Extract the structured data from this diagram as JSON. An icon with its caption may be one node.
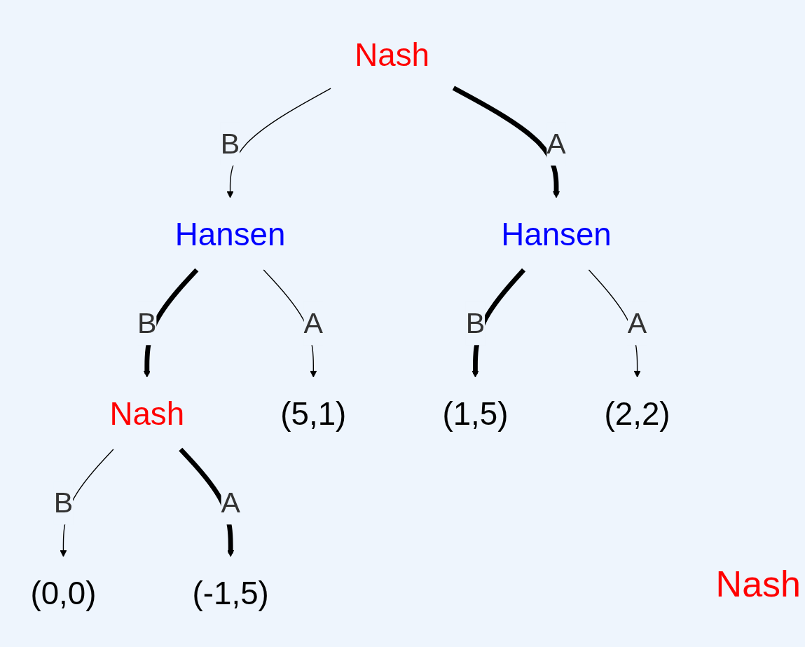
{
  "diagram": {
    "nodes": [
      {
        "text": [
          "Nash"
        ]
      },
      {
        "text": [
          "Hansen"
        ]
      },
      {
        "text": [
          "Hansen"
        ]
      },
      {
        "text": [
          "Nash"
        ]
      },
      {
        "text": [
          "(5,1)"
        ]
      },
      {
        "text": [
          "(1,5)"
        ]
      },
      {
        "text": [
          "(2,2)"
        ]
      },
      {
        "text": [
          "(0,0)"
        ]
      },
      {
        "text": [
          "(-1,5)"
        ]
      }
    ],
    "edges": [
      {
        "from": 0,
        "to": 1,
        "arrow": "to",
        "label": "B"
      },
      {
        "from": 0,
        "to": 2,
        "arrow": "to",
        "label": "A",
        "style": "thick"
      },
      {
        "from": 1,
        "to": 3,
        "arrow": "to",
        "label": "B",
        "style": "thick"
      },
      {
        "from": 1,
        "to": 4,
        "arrow": "to",
        "label": "A"
      },
      {
        "from": 2,
        "to": 5,
        "arrow": "to",
        "label": "B",
        "style": "thick"
      },
      {
        "from": 2,
        "to": 6,
        "arrow": "to",
        "label": "A"
      },
      {
        "from": 3,
        "to": 7,
        "arrow": "to",
        "label": "B"
      },
      {
        "from": 3,
        "to": 8,
        "arrow": "to",
        "label": "A",
        "style": "thick"
      }
    ],
    "labels": [
      "Nash"
    ]
  }
}
